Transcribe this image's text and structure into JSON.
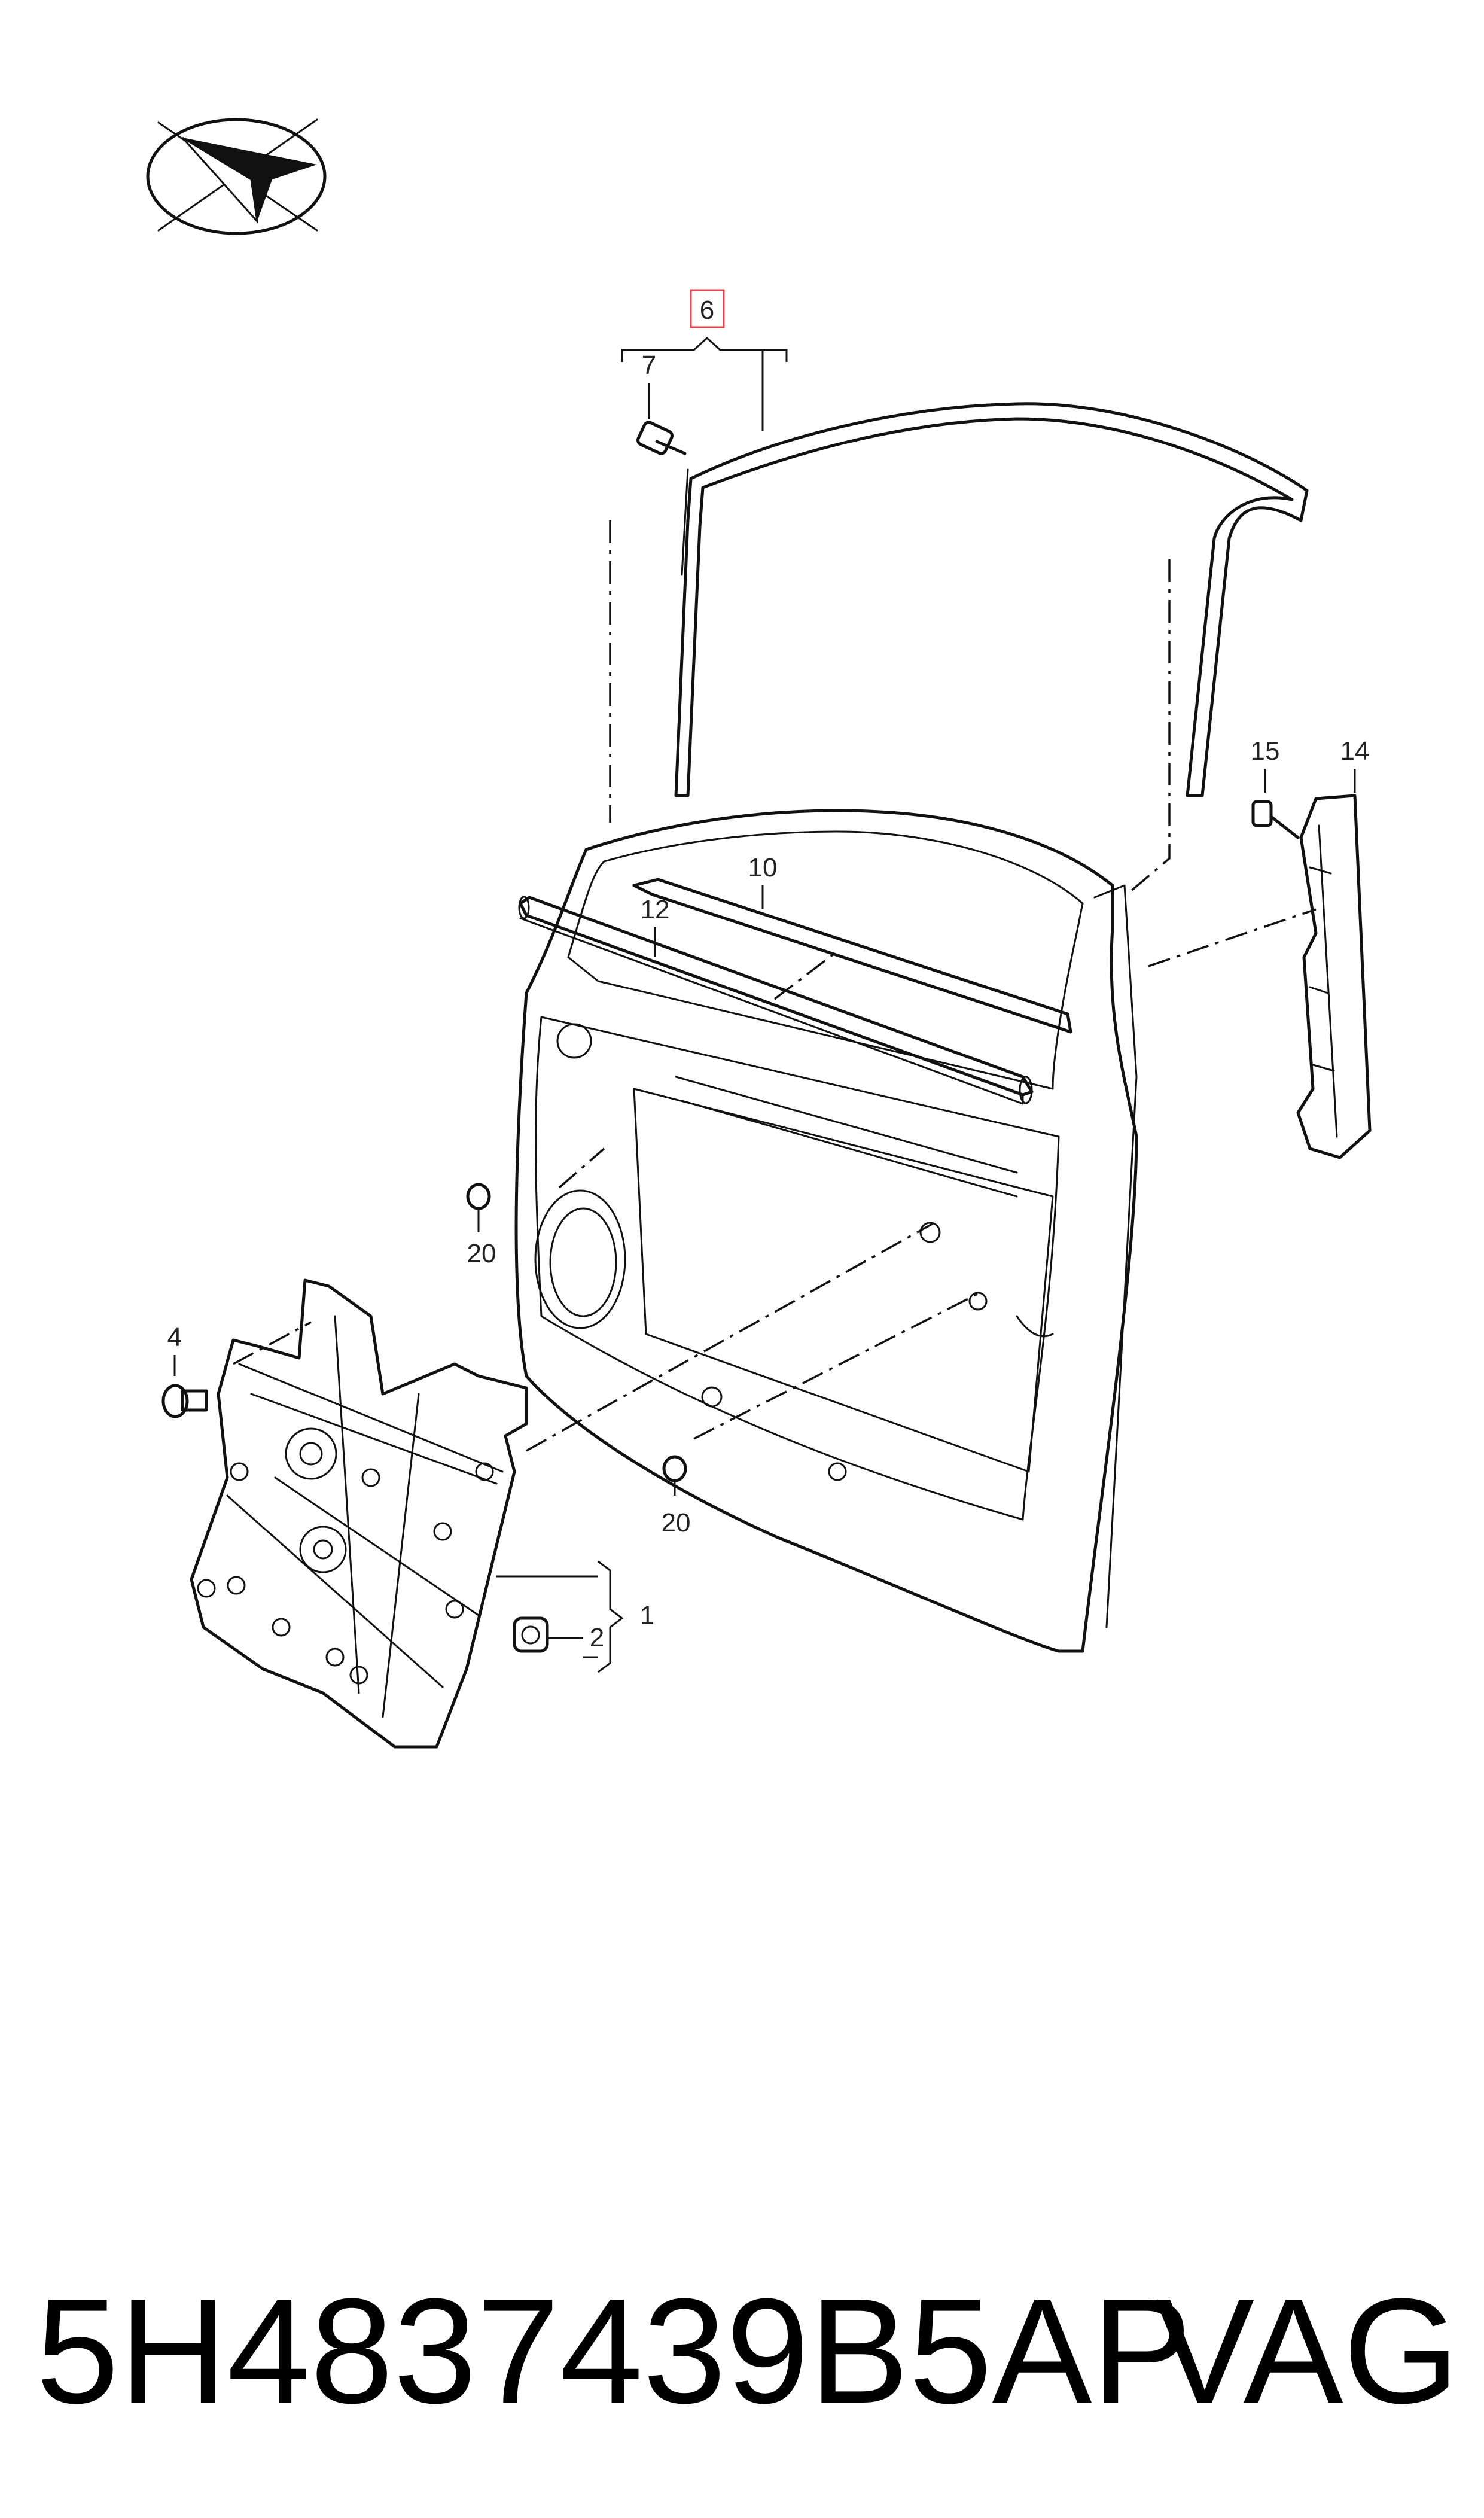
{
  "callouts": {
    "c1": "1",
    "c2": "2",
    "c4": "4",
    "c6": "6",
    "c7": "7",
    "c10": "10",
    "c12": "12",
    "c14": "14",
    "c15": "15",
    "c20a": "20",
    "c20b": "20"
  },
  "footer": {
    "part_number": "5H4837439B5AP",
    "brand": "VAG"
  },
  "colors": {
    "line": "#111111",
    "highlight": "#e0474c"
  },
  "icons": {
    "orientation": "paper-plane-arrow-icon"
  }
}
